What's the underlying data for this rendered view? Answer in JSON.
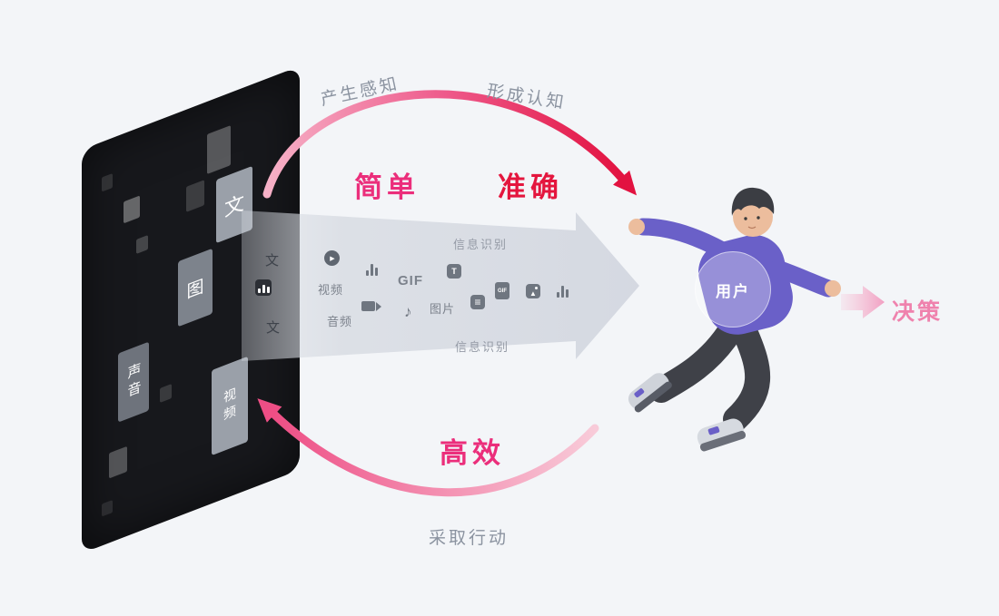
{
  "palette": {
    "background": "#f3f5f8",
    "screen": "#17181c",
    "accent_pink": "#eb2e7b",
    "accent_crimson": "#e4163e",
    "soft_pink": "#ef82ad",
    "gray_label": "#8b93a0",
    "info_arrow_gray": "#d7dbe2"
  },
  "screen": {
    "tiles": [
      {
        "id": "text",
        "label": "文"
      },
      {
        "id": "image",
        "label": "图"
      },
      {
        "id": "sound",
        "label": "声音"
      },
      {
        "id": "video",
        "label": "视频"
      }
    ],
    "edge_top_label": "文",
    "edge_bottom_label": "文"
  },
  "perception_flow": {
    "step_left": "产生感知",
    "step_right": "形成认知",
    "keyword_left": "简单",
    "keyword_right": "准确"
  },
  "info_arrow": {
    "caption_top": "信息识别",
    "caption_bottom": "信息识别",
    "label_video": "视频",
    "label_audio": "音频",
    "label_gif": "GIF",
    "label_image": "图片",
    "icons": [
      "play-icon",
      "bar-chart-icon",
      "video-camera-icon",
      "music-note-icon",
      "text-file-icon",
      "list-icon",
      "gif-file-icon",
      "image-icon",
      "bar-chart-icon"
    ]
  },
  "user_badge": "用户",
  "decision_label": "决策",
  "action_flow": {
    "keyword": "高效",
    "label": "采取行动"
  }
}
